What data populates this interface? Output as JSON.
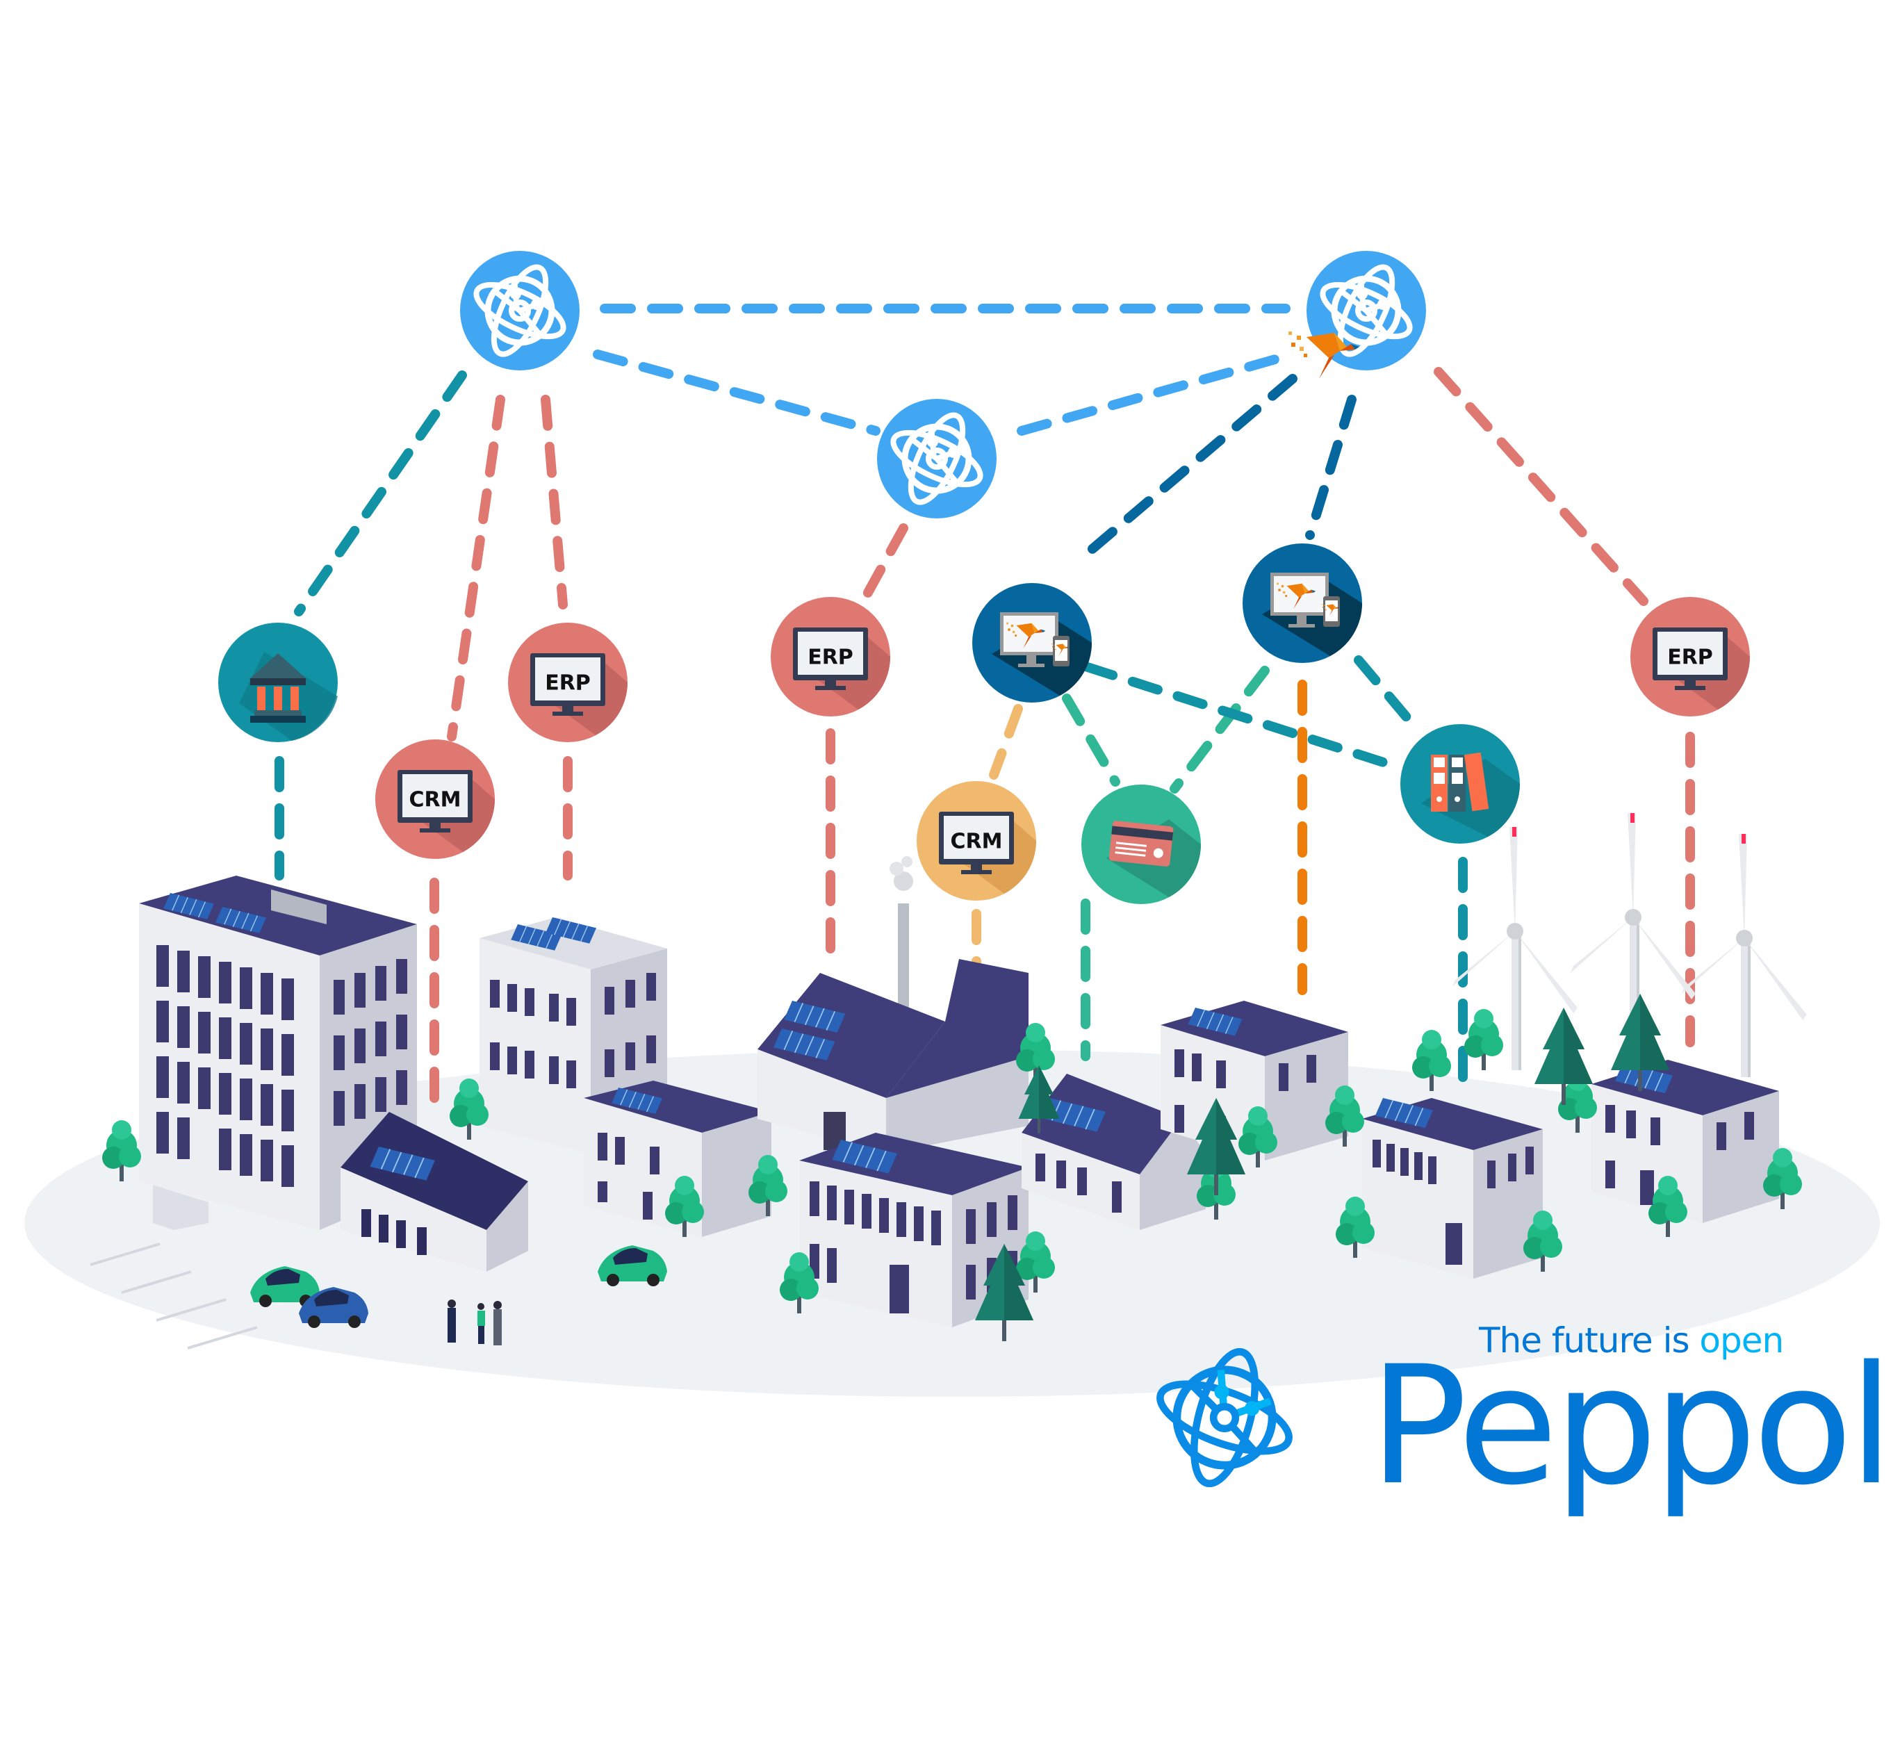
{
  "title": "Peppol network illustration",
  "colors": {
    "hub_blue": "#42a7f2",
    "teal": "#1192a5",
    "coral": "#e07872",
    "orange_dash": "#ef7d0a",
    "crm_orange": "#f0b96e",
    "green": "#2fb796",
    "navy_ap": "#05679d",
    "brand_blue": "#0277d6",
    "brand_light": "#00b4f5",
    "ground": "#eff2f5"
  },
  "hubs": [
    {
      "id": "hub-left",
      "icon": "peppol-globe-icon"
    },
    {
      "id": "hub-center",
      "icon": "peppol-globe-icon"
    },
    {
      "id": "hub-right",
      "icon": "peppol-globe-icon"
    }
  ],
  "nodes": [
    {
      "id": "bank",
      "icon": "bank-icon",
      "label": ""
    },
    {
      "id": "crm-left",
      "icon": "monitor-icon",
      "label": "CRM"
    },
    {
      "id": "erp-left",
      "icon": "monitor-icon",
      "label": "ERP"
    },
    {
      "id": "erp-center",
      "icon": "monitor-icon",
      "label": "ERP"
    },
    {
      "id": "access-point-1",
      "icon": "monitor-phone-bird-icon",
      "label": ""
    },
    {
      "id": "access-point-2",
      "icon": "monitor-phone-bird-icon",
      "label": ""
    },
    {
      "id": "crm-center",
      "icon": "monitor-icon",
      "label": "CRM"
    },
    {
      "id": "payment-card",
      "icon": "credit-card-icon",
      "label": ""
    },
    {
      "id": "archive",
      "icon": "binders-icon",
      "label": ""
    },
    {
      "id": "erp-right",
      "icon": "monitor-icon",
      "label": "ERP"
    }
  ],
  "labels": {
    "crm_left": "CRM",
    "erp_left": "ERP",
    "erp_center": "ERP",
    "crm_center": "CRM",
    "erp_right": "ERP"
  },
  "logo": {
    "tagline_part1": "The future is ",
    "tagline_part2": "open",
    "wordmark": "Peppol"
  }
}
